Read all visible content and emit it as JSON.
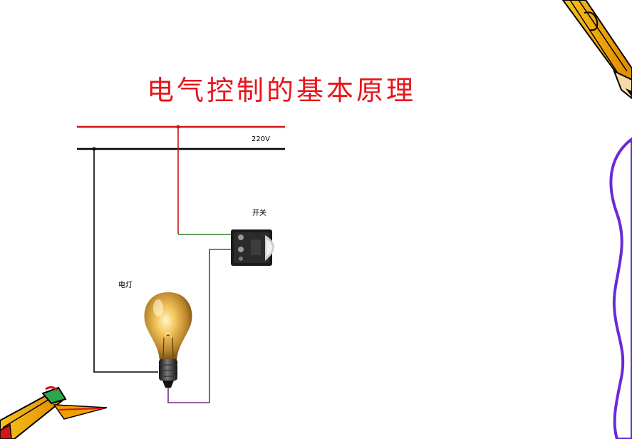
{
  "slide": {
    "title": "电气控制的基本原理"
  },
  "diagram": {
    "voltage_label": "220V",
    "switch_label": "开关",
    "lamp_label": "电灯"
  },
  "colors": {
    "title": "#e8141b",
    "live_wire": "#d01418",
    "neutral_wire": "#000000",
    "switch_wire": "#2a7a2a",
    "lamp_wire": "#7a2a8a",
    "border_wave": "#6a2ad8",
    "pencil_body": "#f0a000"
  }
}
